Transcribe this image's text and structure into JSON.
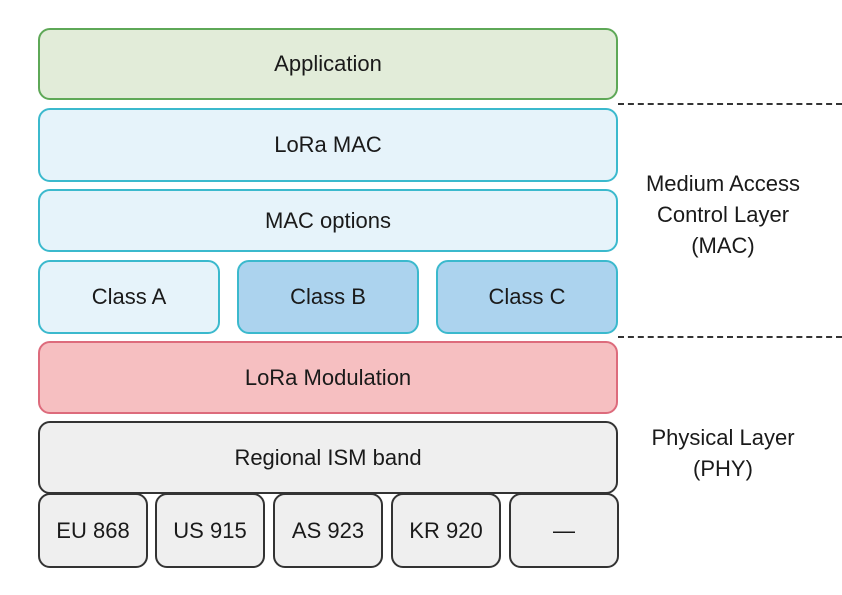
{
  "layers": {
    "application": "Application",
    "lora_mac": "LoRa MAC",
    "mac_options": "MAC options",
    "classes": [
      "Class A",
      "Class B",
      "Class C"
    ],
    "lora_modulation": "LoRa Modulation",
    "regional_band": "Regional ISM band",
    "bands": [
      "EU 868",
      "US 915",
      "AS 923",
      "KR 920",
      "—"
    ]
  },
  "labels": {
    "mac": [
      "Medium Access",
      "Control Layer",
      "(MAC)"
    ],
    "phy": [
      "Physical Layer",
      "(PHY)"
    ]
  },
  "colors": {
    "application_fill": "#e2ecd9",
    "application_border": "#5ea857",
    "mac_fill": "#e6f3fa",
    "mac_border": "#3bb9cd",
    "class_highlight_fill": "#acd3ee",
    "modulation_fill": "#f6bfc1",
    "modulation_border": "#dd6b7c",
    "phy_fill": "#efefef"
  }
}
